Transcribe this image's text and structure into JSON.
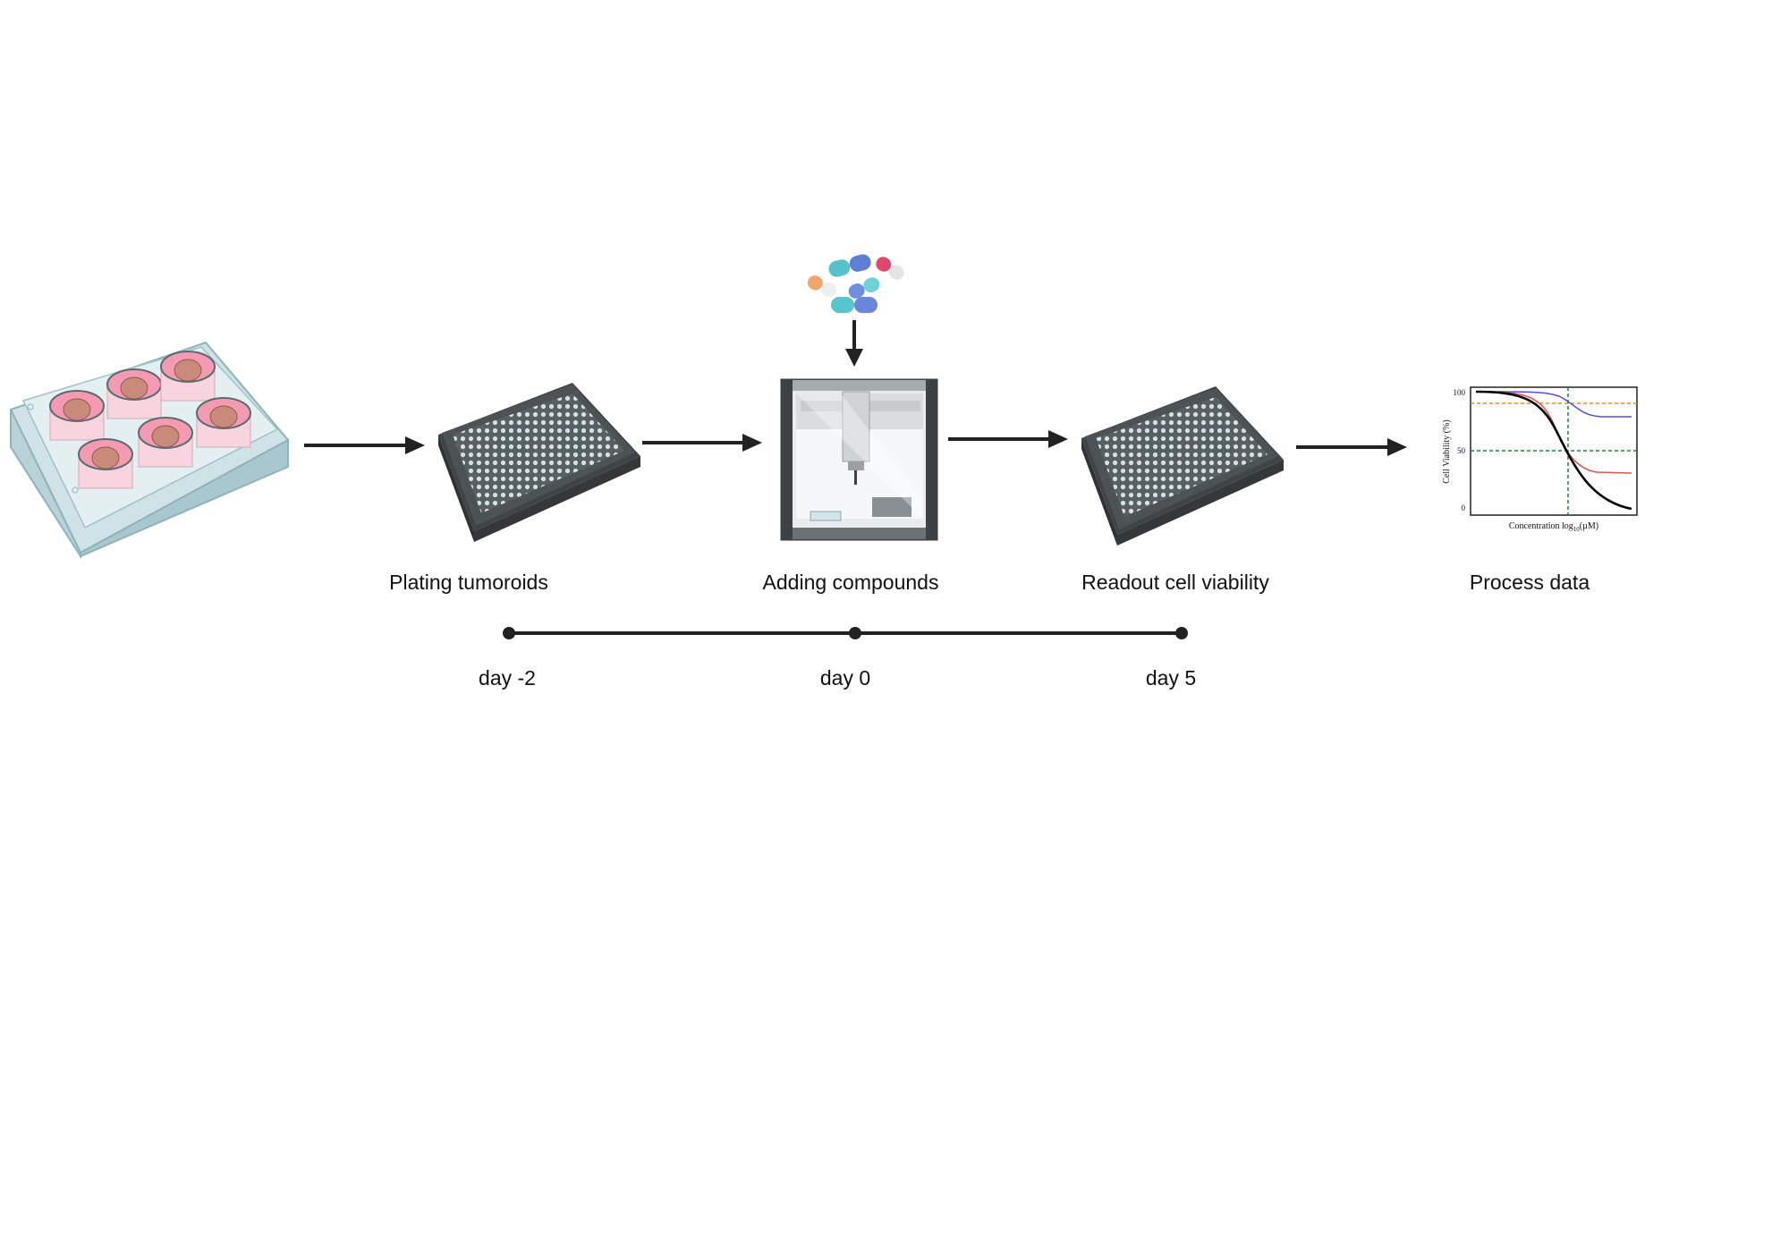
{
  "steps": [
    {
      "label": "Plating tumoroids"
    },
    {
      "label": "Adding compounds"
    },
    {
      "label": "Readout cell viability"
    },
    {
      "label": "Process data"
    }
  ],
  "timeline": [
    {
      "label": "day -2"
    },
    {
      "label": "day 0"
    },
    {
      "label": "day 5"
    }
  ],
  "icons": {
    "well_plate_6": "six-well-plate-icon",
    "plate_384": "384-well-plate-icon",
    "robot": "liquid-handler-robot-icon",
    "capsules": "capsules-icon",
    "curve": "dose-response-chart-icon"
  },
  "colors": {
    "arrow": "#222222",
    "plate": "#4d5255",
    "well": "#cfe3e8",
    "tumoroid_pink": "#f3a7bb",
    "curve_black": "#000000",
    "curve_red": "#e8514a",
    "curve_blue": "#4f4fe0",
    "ref_orange": "#f08a1c",
    "ref_green": "#1b8a2a"
  },
  "mini_chart": {
    "ylabel": "Cell Viability (%)",
    "xlabel_main": "Concentration log",
    "xlabel_sub": "10",
    "xlabel_unit": "(µM)",
    "yticks": [
      "100",
      "50",
      "0"
    ]
  }
}
